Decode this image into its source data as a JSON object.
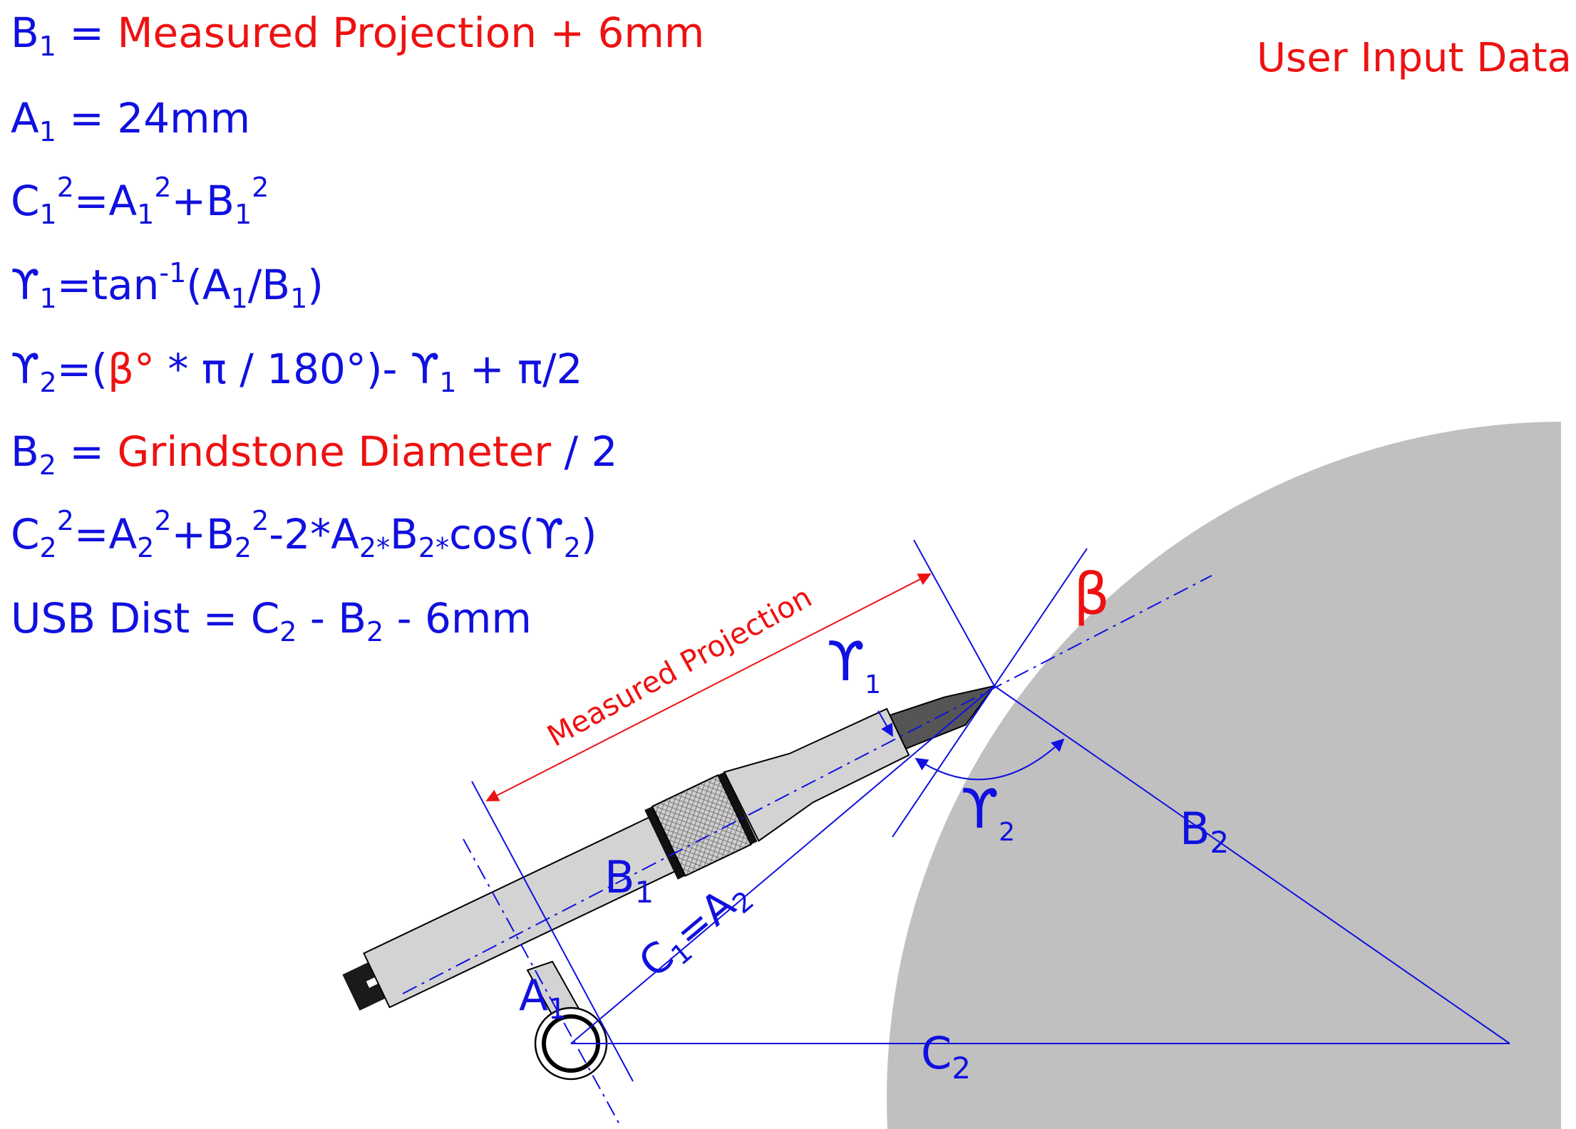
{
  "colors": {
    "blue": "#1010e0",
    "red": "#ee1111",
    "grindstone": "#c0c0c0",
    "tool_body": "#d3d3d3",
    "tool_dark": "#1a1a1a"
  },
  "formulas": {
    "b1": {
      "lhs": "B",
      "lhs_sub": "1",
      "eq": " = ",
      "value": "Measured Projection + 6mm"
    },
    "a1": {
      "lhs": "A",
      "lhs_sub": "1",
      "eq": " = ",
      "value": "24mm"
    },
    "c1": {
      "c": "C",
      "c_sub": "1",
      "c_sup": "2",
      "eq": "=",
      "a": "A",
      "a_sub": "1",
      "a_sup": "2",
      "plus": "+",
      "b": "B",
      "b_sub": "1",
      "b_sup": "2"
    },
    "g1": {
      "lhs": "ϒ",
      "lhs_sub": "1",
      "mid": "=tan",
      "sup": "-1",
      "open": "(A",
      "a_sub": "1",
      "slash": "/B",
      "b_sub": "1",
      "close": ")"
    },
    "g2": {
      "lhs": "ϒ",
      "lhs_sub": "2",
      "open": "=(",
      "beta": "β°",
      "rest": " * π / 180°)- ϒ",
      "g_sub": "1",
      "tail": " + π/2"
    },
    "b2": {
      "lhs": "B",
      "lhs_sub": "2",
      "eq": " = ",
      "value": "Grindstone Diameter",
      "tail": " / 2"
    },
    "c2": {
      "c": "C",
      "c_sub": "2",
      "c_sup": "2",
      "eq": "=A",
      "a_sub": "2",
      "a_sup": "2",
      "plus": "+B",
      "b_sub": "2",
      "b_sup": "2",
      "minus": "-2*A",
      "a2_sub": "2",
      "star1": "*",
      "b2": "B",
      "b2_sub": "2",
      "star2": "*",
      "cos": "cos(ϒ",
      "g_sub": "2",
      "close": ")"
    },
    "usb": {
      "text": "USB Dist = C",
      "c_sub": "2",
      "mid": " - B",
      "b_sub": "2",
      "tail": " - 6mm"
    }
  },
  "legend": {
    "user_input": "User Input Data"
  },
  "labels": {
    "measured_projection": "Measured Projection",
    "beta": "β",
    "gamma1": {
      "main": "ϒ",
      "sub": "1"
    },
    "gamma2": {
      "main": "ϒ",
      "sub": "2"
    },
    "b1": {
      "main": "B",
      "sub": "1"
    },
    "b2": {
      "main": "B",
      "sub": "2"
    },
    "a1": {
      "main": "A",
      "sub": "1"
    },
    "c2": {
      "main": "C",
      "sub": "2"
    },
    "c1_a2": {
      "c": "C",
      "c_sub": "1",
      "eq": "=A",
      "a_sub": "2"
    }
  }
}
